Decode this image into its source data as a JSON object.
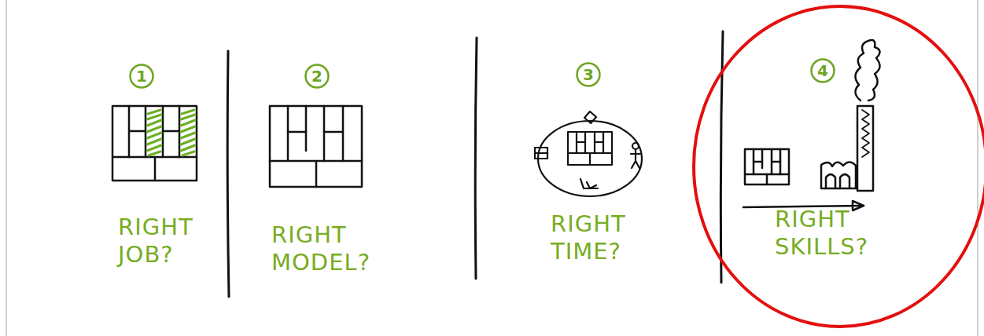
{
  "diagram": {
    "nodes": [
      {
        "text": [
          "1"
        ]
      },
      {
        "text": [
          "2"
        ]
      },
      {
        "text": [
          "3"
        ]
      },
      {
        "text": [
          "4"
        ]
      }
    ],
    "labels": [
      "RIGHT JOB?",
      "RIGHT MODEL?",
      "RIGHT TIME?",
      "RIGHT SKILLS?"
    ]
  }
}
